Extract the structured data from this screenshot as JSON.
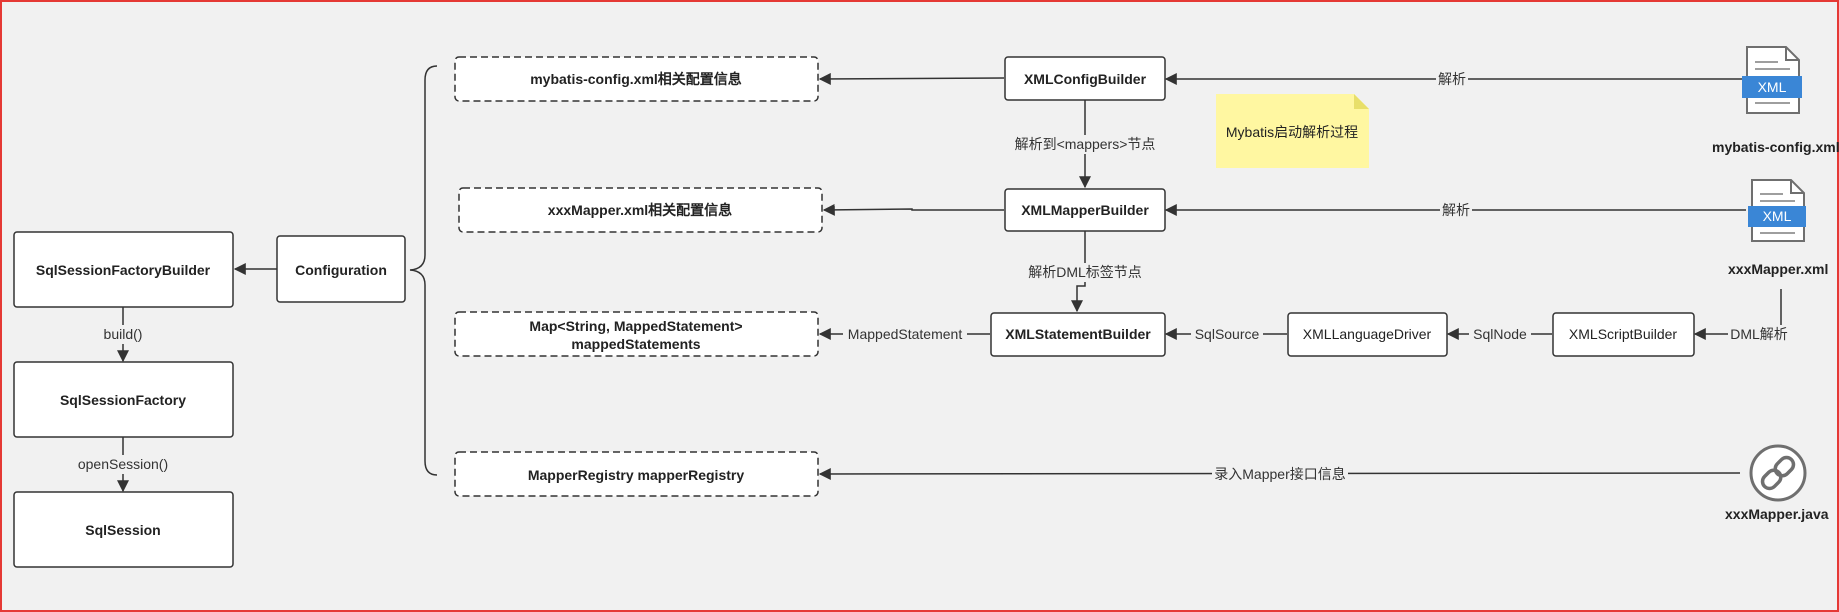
{
  "colors": {
    "frame": "#e53935",
    "background": "#f1f1f1",
    "note": "#fff7a1",
    "note_fold": "#e8df6a",
    "xml_badge": "#3a86d6",
    "file_gray": "#6f6f6f"
  },
  "nodes": {
    "sql_session_factory_builder": "SqlSessionFactoryBuilder",
    "sql_session_factory": "SqlSessionFactory",
    "sql_session": "SqlSession",
    "configuration": "Configuration",
    "mybatis_config_info": "mybatis-config.xml相关配置信息",
    "mapper_xml_info": "xxxMapper.xml相关配置信息",
    "mapped_statements_line1": "Map<String, MappedStatement>",
    "mapped_statements_line2": "mappedStatements",
    "mapper_registry": "MapperRegistry mapperRegistry",
    "xml_config_builder": "XMLConfigBuilder",
    "xml_mapper_builder": "XMLMapperBuilder",
    "xml_statement_builder": "XMLStatementBuilder",
    "xml_language_driver": "XMLLanguageDriver",
    "xml_script_builder": "XMLScriptBuilder"
  },
  "edges": {
    "build": "build()",
    "open_session": "openSession()",
    "parse_to_mappers": "解析到<mappers>节点",
    "parse_dml": "解析DML标签节点",
    "parse_1": "解析",
    "parse_2": "解析",
    "mapped_statement": "MappedStatement",
    "sql_source": "SqlSource",
    "sql_node": "SqlNode",
    "dml_parse": "DML解析",
    "register_mapper": "录入Mapper接口信息"
  },
  "note": "Mybatis启动解析过程",
  "files": {
    "config_xml": "mybatis-config.xml",
    "mapper_xml": "xxxMapper.xml",
    "mapper_java": "xxxMapper.java",
    "xml_badge": "XML"
  },
  "icons": [
    "xml-file-icon",
    "xml-file-icon",
    "link-icon"
  ]
}
